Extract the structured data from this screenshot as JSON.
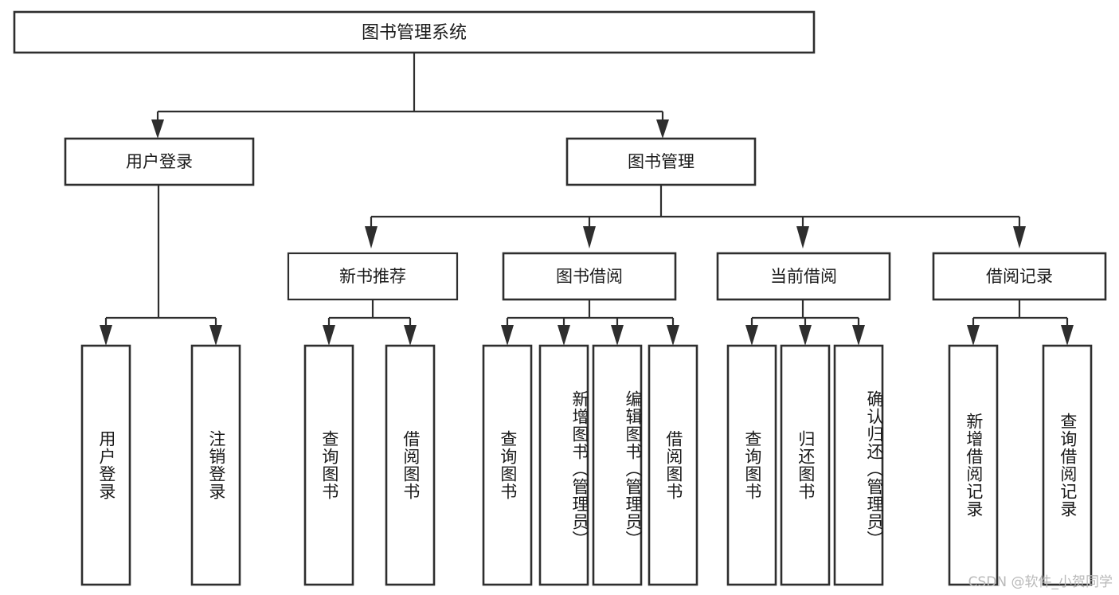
{
  "diagram": {
    "type": "tree-hierarchy-chart",
    "title": "图书管理系统",
    "line_color": "#2e2e2e",
    "box_fill": "#ffffff",
    "background": "#ffffff",
    "text_color": "#1a1a1a",
    "levels": {
      "root": {
        "label": "图书管理系统"
      },
      "level2": [
        {
          "id": "user-login",
          "label": "用户登录"
        },
        {
          "id": "book-management",
          "label": "图书管理"
        }
      ],
      "level3": [
        {
          "id": "new-book-recommend",
          "label": "新书推荐"
        },
        {
          "id": "book-borrow",
          "label": "图书借阅"
        },
        {
          "id": "current-borrow",
          "label": "当前借阅"
        },
        {
          "id": "borrow-record",
          "label": "借阅记录"
        }
      ],
      "leaves": {
        "user-login": [
          {
            "id": "leaf-user-login",
            "label": "用户登录"
          },
          {
            "id": "leaf-logout-login",
            "label": "注销登录"
          }
        ],
        "new-book-recommend": [
          {
            "id": "leaf-query-book-1",
            "label": "查询图书"
          },
          {
            "id": "leaf-borrow-book-1",
            "label": "借阅图书"
          }
        ],
        "book-borrow": [
          {
            "id": "leaf-query-book-2",
            "label": "查询图书"
          },
          {
            "id": "leaf-add-book-admin",
            "label": "新增图书（管理员）"
          },
          {
            "id": "leaf-edit-book-admin",
            "label": "编辑图书（管理员）"
          },
          {
            "id": "leaf-borrow-book-2",
            "label": "借阅图书"
          }
        ],
        "current-borrow": [
          {
            "id": "leaf-query-book-3",
            "label": "查询图书"
          },
          {
            "id": "leaf-return-book",
            "label": "归还图书"
          },
          {
            "id": "leaf-confirm-return-admin",
            "label": "确认归还（管理员）"
          }
        ],
        "borrow-record": [
          {
            "id": "leaf-add-borrow-record",
            "label": "新增借阅记录"
          },
          {
            "id": "leaf-query-borrow-record",
            "label": "查询借阅记录"
          }
        ]
      }
    }
  },
  "watermark": {
    "text": "CSDN @软件_小贺同学"
  }
}
